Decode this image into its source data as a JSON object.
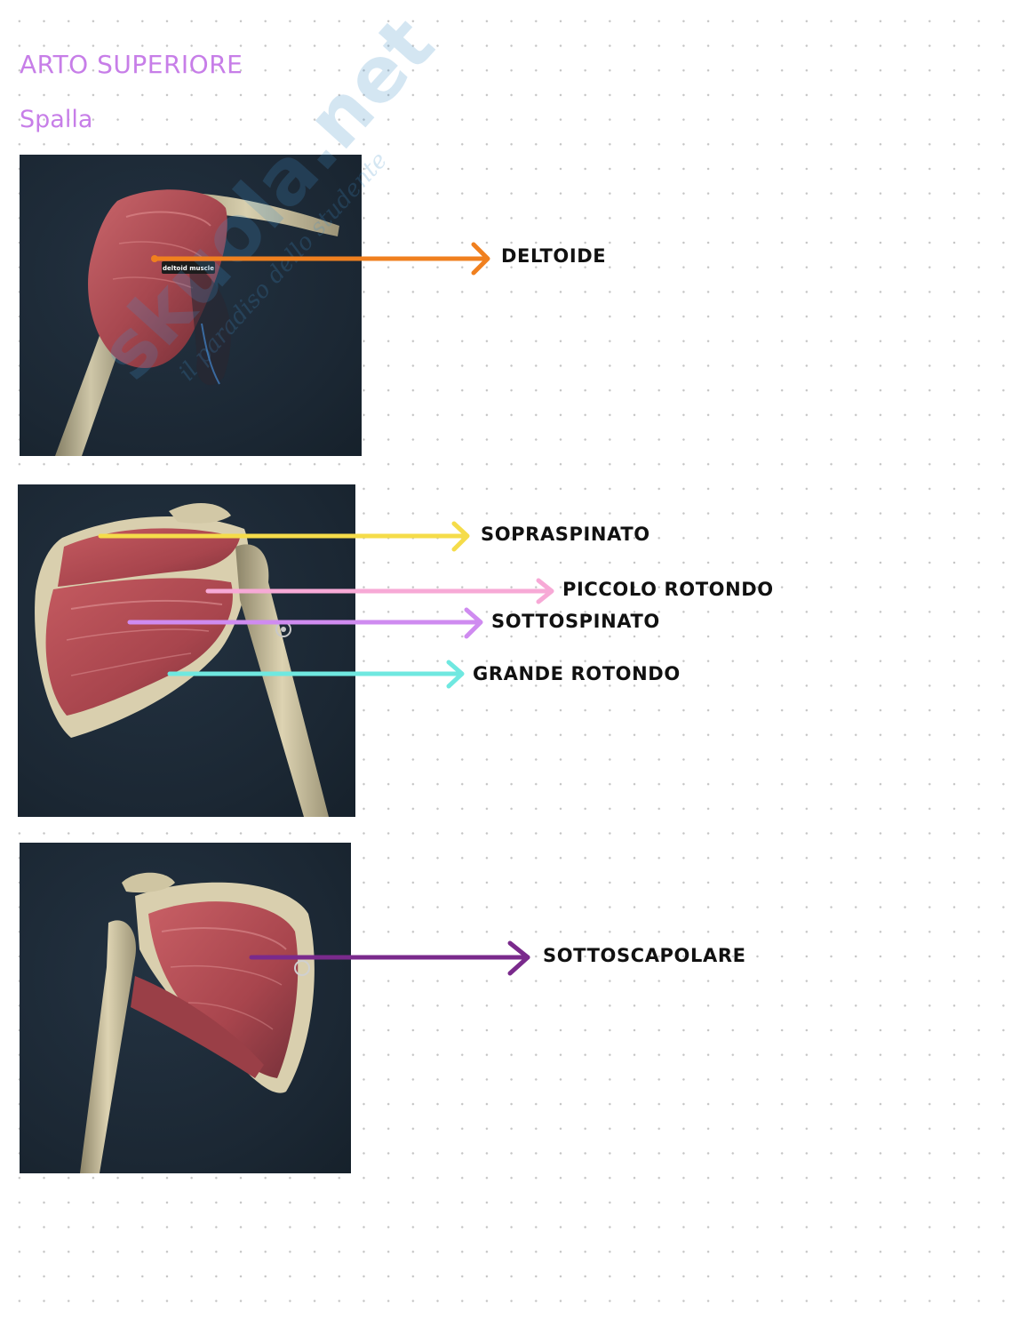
{
  "page": {
    "title": "ARTO SUPERIORE",
    "section": "Spalla"
  },
  "watermark": {
    "logo": "skuola.net",
    "tagline": "il paradiso dello studente"
  },
  "images": {
    "deltoid": {
      "tooltip": "deltoid muscle"
    }
  },
  "labels": {
    "deltoide": "DELTOIDE",
    "sopraspinato": "SOPRASPINATO",
    "piccolo_rotondo": "PICCOLO ROTONDO",
    "sottospinato": "SOTTOSPINATO",
    "grande_rotondo": "GRANDE ROTONDO",
    "sottoscapolare": "SOTTOSCAPOLARE"
  },
  "colors": {
    "heading": "#c77ee8",
    "deltoide": "#f0801f",
    "sopraspinato": "#f5dc4a",
    "piccolo_rotondo": "#f7a9d6",
    "sottospinato": "#cf8bf0",
    "grande_rotondo": "#6fe8e0",
    "sottoscapolare": "#7a2a8c"
  }
}
